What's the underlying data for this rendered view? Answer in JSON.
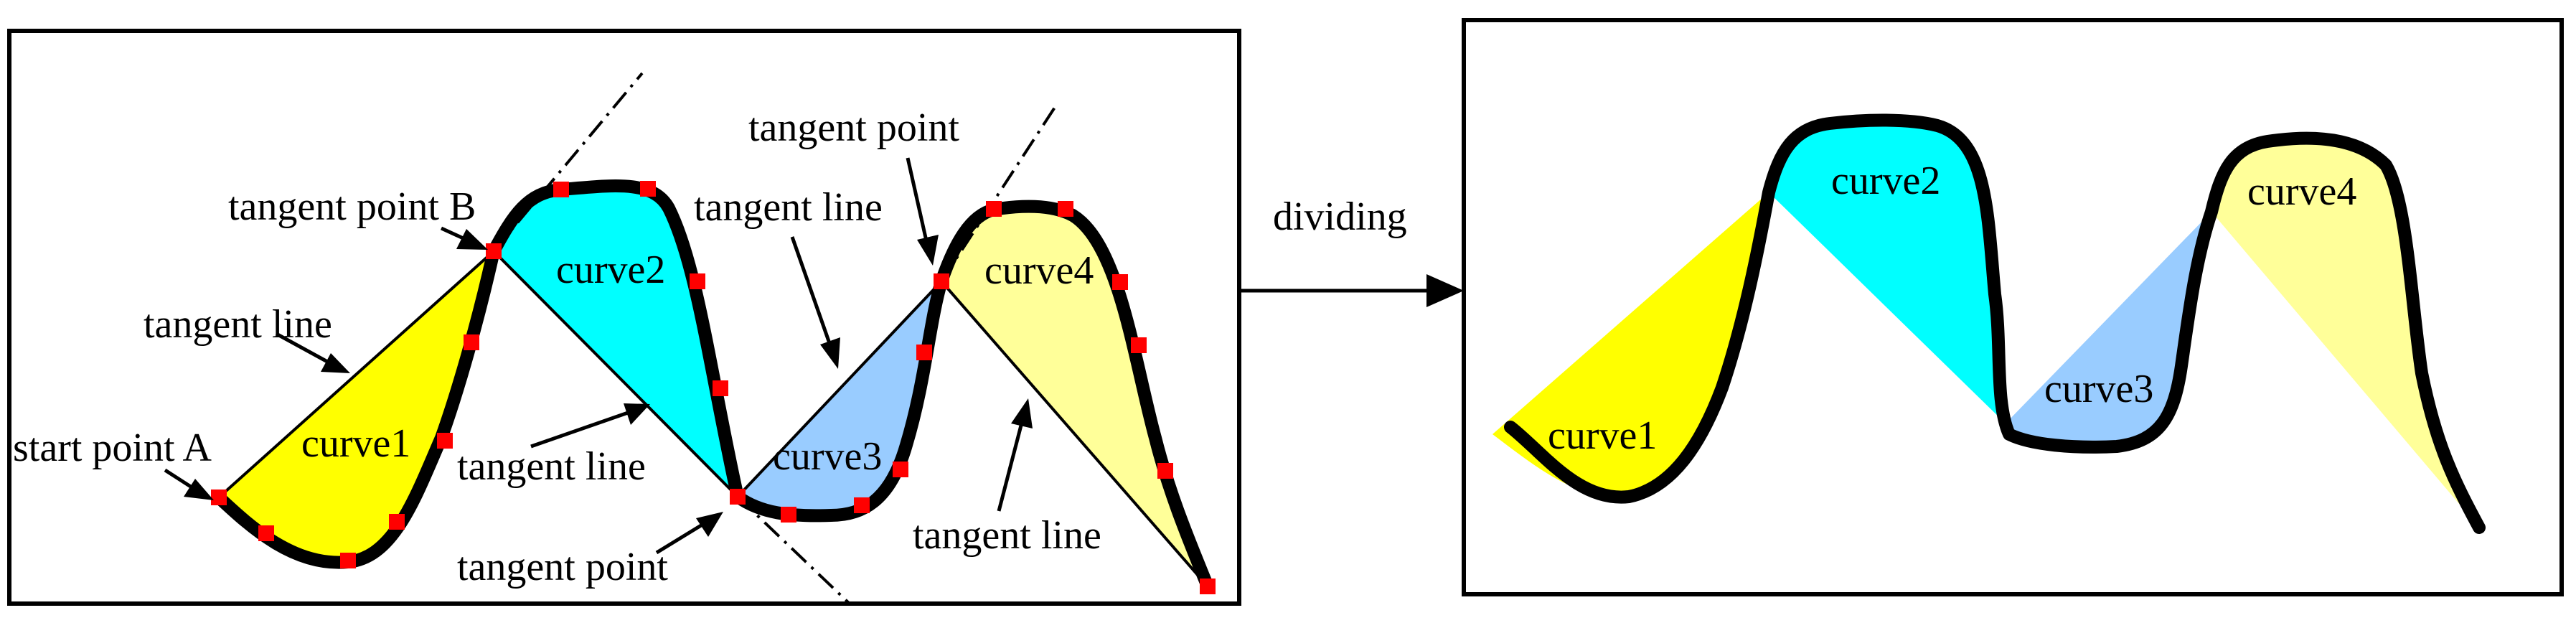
{
  "colors": {
    "curve1": "#ffff00",
    "curve2": "#00ffff",
    "curve3": "#99ccff",
    "curve4": "#ffff99",
    "marker": "#ff0000",
    "outline": "#000000"
  },
  "left_panel": {
    "labels": {
      "start_point": "start point A",
      "tangent_point_b": "tangent point B",
      "tangent_line_1": "tangent line",
      "tangent_line_2": "tangent line",
      "tangent_line_3": "tangent line",
      "tangent_line_4": "tangent line",
      "tangent_point_lower": "tangent point",
      "tangent_point_upper": "tangent point",
      "curve1": "curve1",
      "curve2": "curve2",
      "curve3": "curve3",
      "curve4": "curve4"
    }
  },
  "connector": {
    "label": "dividing"
  },
  "right_panel": {
    "labels": {
      "curve1": "curve1",
      "curve2": "curve2",
      "curve3": "curve3",
      "curve4": "curve4"
    }
  }
}
